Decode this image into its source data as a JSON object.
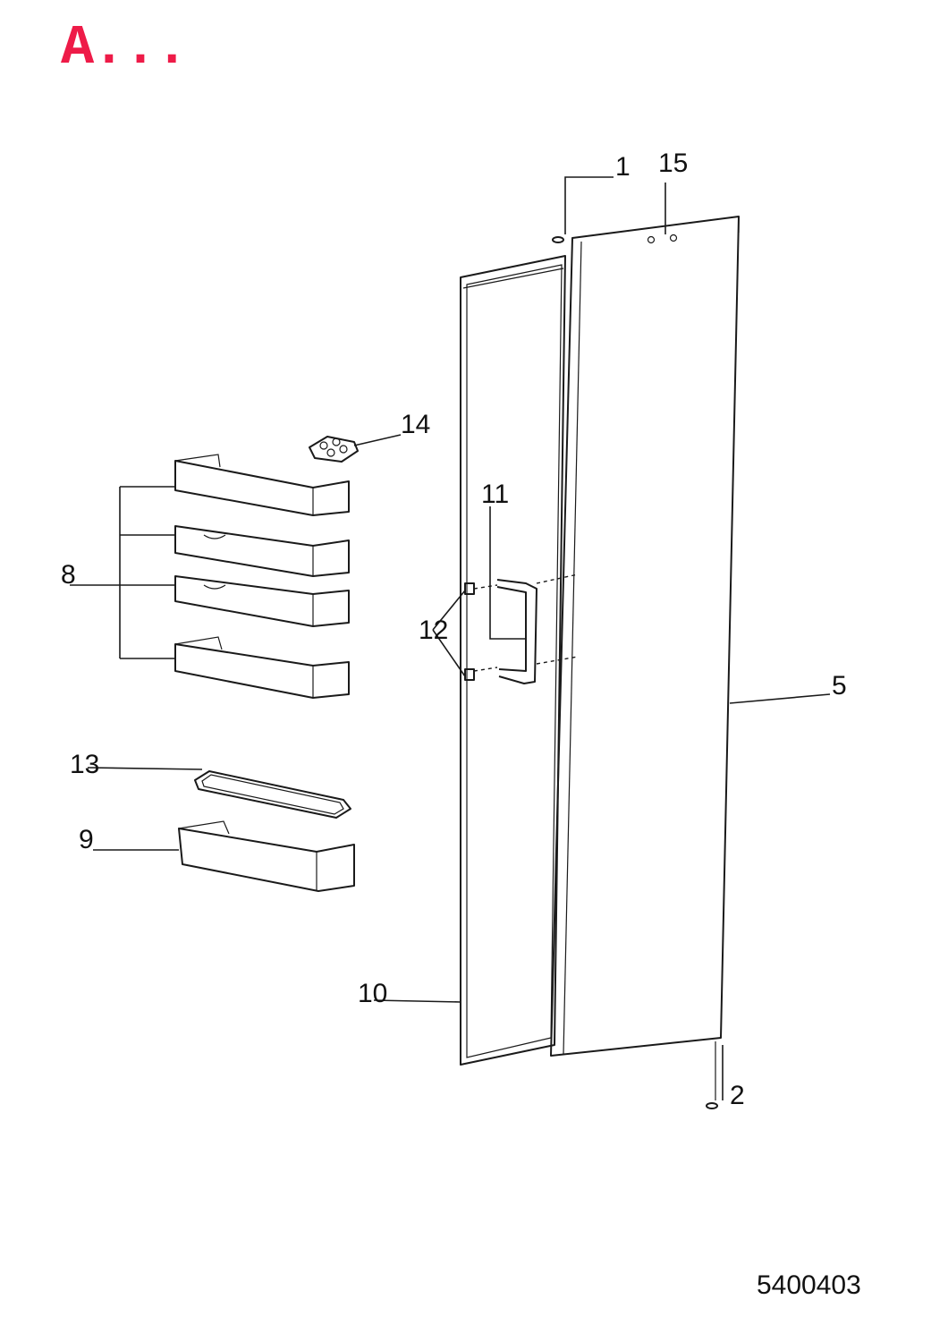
{
  "brand": {
    "text": "A...",
    "color": "#ee1b48"
  },
  "doc_code": "5400403",
  "callouts": {
    "c1": "1",
    "c2": "2",
    "c5": "5",
    "c8": "8",
    "c9": "9",
    "c10": "10",
    "c11": "11",
    "c12": "12",
    "c13": "13",
    "c14": "14",
    "c15": "15"
  }
}
